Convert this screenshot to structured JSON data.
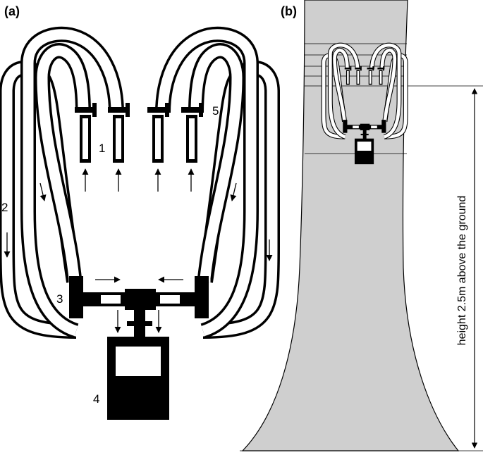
{
  "panel_a": {
    "label": "(a)",
    "part_labels": [
      "1",
      "2",
      "3",
      "4",
      "5"
    ]
  },
  "panel_b": {
    "label": "(b)",
    "height_label": "height 2.5m above the ground"
  },
  "colors": {
    "trunk": "#cfcfcf",
    "line": "#000000",
    "tube_fill": "#ffffff"
  }
}
